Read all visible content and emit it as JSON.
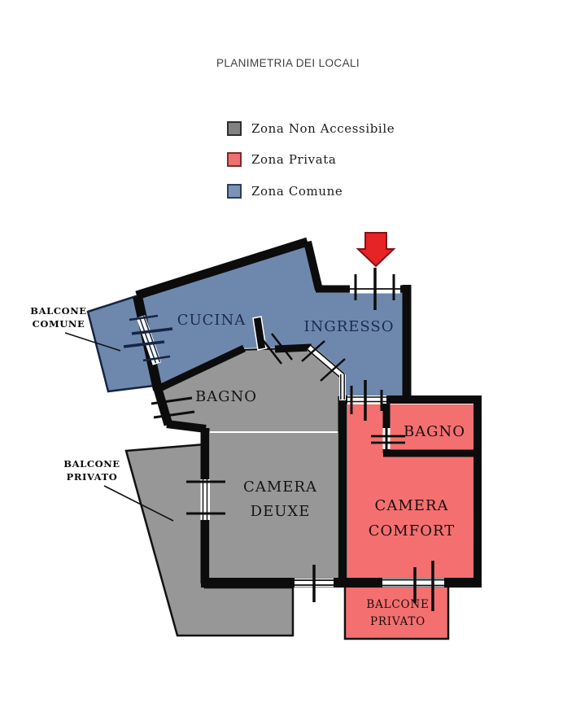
{
  "title": "PLANIMETRIA DEI LOCALI",
  "legend": {
    "items": [
      {
        "label": "Zona Non Accessibile",
        "color": "#828282",
        "border": "#2e2e2e"
      },
      {
        "label": "Zona Privata",
        "color": "#ee7070",
        "border": "#7c2b2b"
      },
      {
        "label": "Zona Comune",
        "color": "#7b94b6",
        "border": "#2c3e5f"
      }
    ]
  },
  "rooms": {
    "cucina": "CUCINA",
    "ingresso": "INGRESSO",
    "bagno_comune": "BAGNO",
    "camera_deuxe_line1": "CAMERA",
    "camera_deuxe_line2": "DEUXE",
    "bagno_privato": "BAGNO",
    "camera_comfort_line1": "CAMERA",
    "camera_comfort_line2": "COMFORT"
  },
  "annotations": {
    "balcone_comune_line1": "BALCONE",
    "balcone_comune_line2": "COMUNE",
    "balcone_privato_left_line1": "BALCONE",
    "balcone_privato_left_line2": "PRIVATO",
    "balcone_privato_bottom_line1": "BALCONE",
    "balcone_privato_bottom_line2": "PRIVATO"
  },
  "colors": {
    "zona_comune": "#6e88ad",
    "zona_non_accessibile": "#979797",
    "zona_privata": "#f47070",
    "wall": "#0c0c0c",
    "arrow": "#e62325",
    "label_navy": "#1b2b4e"
  }
}
